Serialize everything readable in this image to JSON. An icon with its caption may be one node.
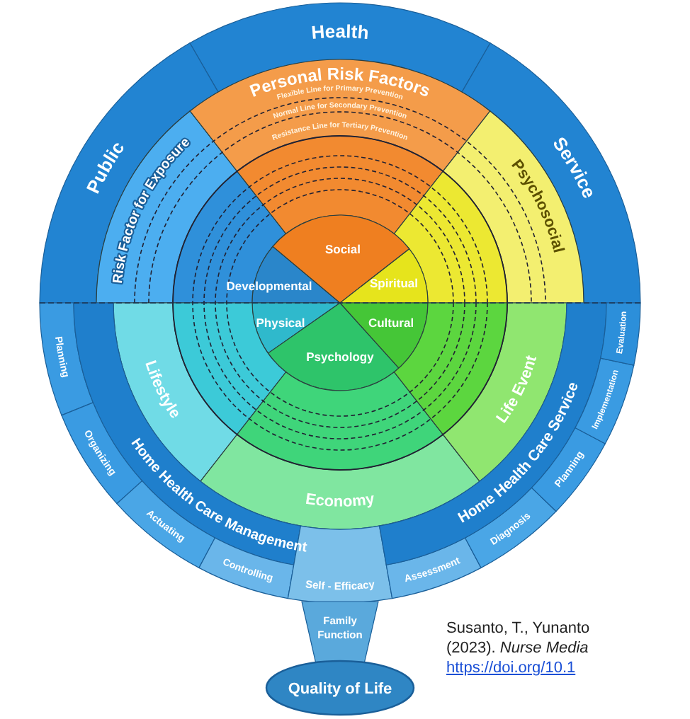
{
  "diagram": {
    "nodes": [
      {
        "text": [
          "Health"
        ]
      },
      {
        "text": [
          "Public"
        ]
      },
      {
        "text": [
          "Service"
        ]
      },
      {
        "text": [
          "Risk Factor for Exposure"
        ]
      },
      {
        "text": [
          "Personal Risk Factors",
          "Flexible Line for Primary Prevention",
          "Normal Line for Secondary Prevention",
          "Resistance Line for Tertiary Prevention"
        ]
      },
      {
        "text": [
          "Psychosocial"
        ]
      },
      {
        "text": [
          "Developmental"
        ]
      },
      {
        "text": [
          "Social"
        ]
      },
      {
        "text": [
          "Spiritual"
        ]
      },
      {
        "text": [
          "Physical"
        ]
      },
      {
        "text": [
          "Psychology"
        ]
      },
      {
        "text": [
          "Cultural"
        ]
      },
      {
        "text": [
          "Lifestyle"
        ]
      },
      {
        "text": [
          "Economy"
        ]
      },
      {
        "text": [
          "Life Event"
        ]
      },
      {
        "text": [
          "Planning"
        ]
      },
      {
        "text": [
          "Home Health Care Management"
        ]
      },
      {
        "text": [
          "Organizing"
        ]
      },
      {
        "text": [
          "Actuating"
        ]
      },
      {
        "text": [
          "Controlling"
        ]
      },
      {
        "text": [
          "Self - Efficacy"
        ]
      },
      {
        "text": [
          "Assessment"
        ]
      },
      {
        "text": [
          "Diagnosis"
        ]
      },
      {
        "text": [
          "Home Health Care Service"
        ]
      },
      {
        "text": [
          "Planning"
        ]
      },
      {
        "text": [
          "Implementation"
        ]
      },
      {
        "text": [
          "Evaluation"
        ]
      },
      {
        "text": [
          "Family Function"
        ]
      },
      {
        "text": [
          "Quality of Life"
        ]
      }
    ],
    "labels": [
      "Susanto, T., Yunanto",
      "(2023). *Nurse Media*",
      "https://doi.org/10.1"
    ]
  }
}
